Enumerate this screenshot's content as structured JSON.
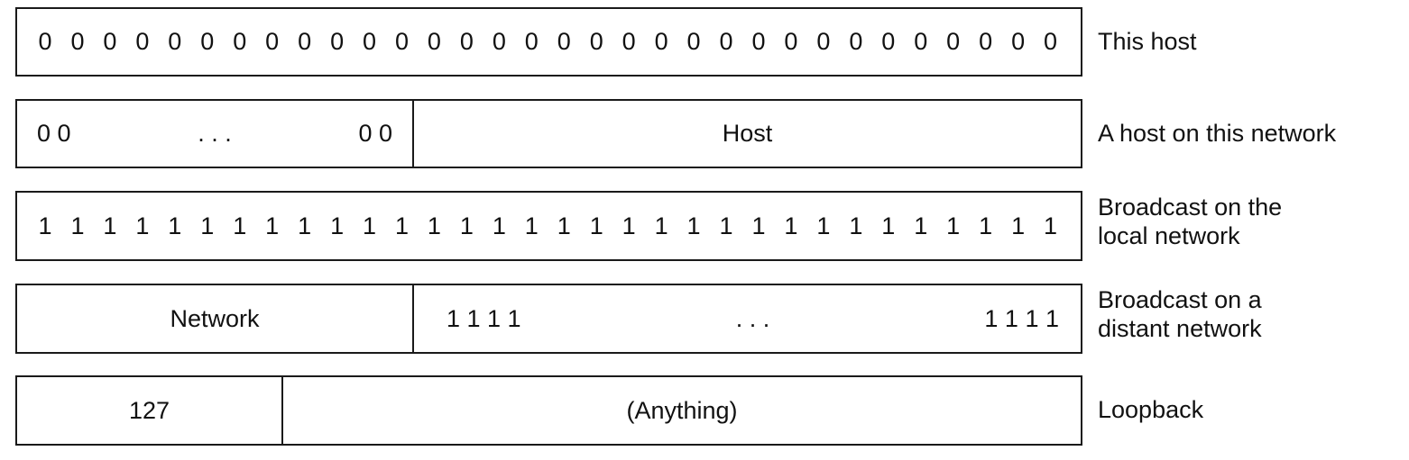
{
  "rows": [
    {
      "id": "this-host",
      "bits": "0 0 0 0 0 0 0 0 0 0 0 0 0 0 0 0 0 0 0 0 0 0 0 0 0 0 0 0 0 0 0 0",
      "label": "This host"
    },
    {
      "id": "host-on-this-network",
      "prefix_left": "0 0",
      "prefix_ellipsis": ". . .",
      "prefix_right": "0 0",
      "field": "Host",
      "label": "A host on this network"
    },
    {
      "id": "broadcast-local",
      "bits": "1 1 1 1 1 1 1 1 1 1 1 1 1 1 1 1 1 1 1 1 1 1 1 1 1 1 1 1 1 1 1 1",
      "label_line1": "Broadcast on the",
      "label_line2": "local network"
    },
    {
      "id": "broadcast-distant",
      "field": "Network",
      "suffix_left": "1 1 1 1",
      "suffix_ellipsis": ". . .",
      "suffix_right": "1 1 1 1",
      "label_line1": "Broadcast on a",
      "label_line2": "distant network"
    },
    {
      "id": "loopback",
      "field_left": "127",
      "field_right": "(Anything)",
      "label": "Loopback"
    }
  ]
}
